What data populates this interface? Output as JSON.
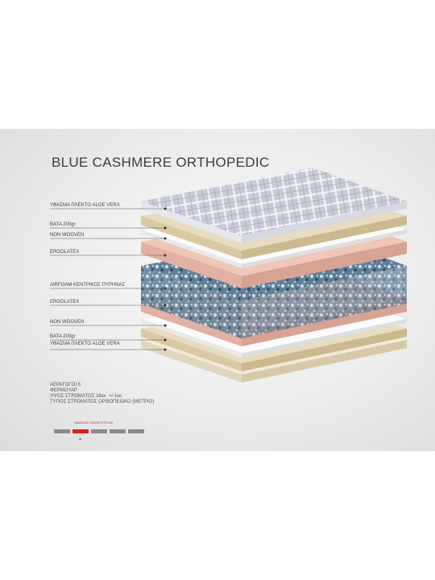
{
  "product": {
    "title": "BLUE CASHMERE ORTHOPEDIC"
  },
  "layers": [
    {
      "label": "ΥΦΑΣΜΑ ΠΛΕΚΤΟ ALOE VERA"
    },
    {
      "label": "ΒΑΤΑ 200gr"
    },
    {
      "label": "NON WOOVEN"
    },
    {
      "label": "ERGOLATEX"
    },
    {
      "label": "AIRFOAM ΚΕΝΤΡΙΚΟΣ ΠΥΡΗΝΑΣ"
    },
    {
      "label": "ERGOLATEX"
    },
    {
      "label": "NON WOOVEN"
    },
    {
      "label": "ΒΑΤΑ 200gr"
    },
    {
      "label": "ΥΦΑΣΜΑ ΠΛΕΚΤΟ ALOE VERA"
    }
  ],
  "specs": [
    "ΑΕΡΑΓΩΓΟΙ 6",
    "ΦΕΡΜΟΥΑΡ",
    "ΥΨΟΣ ΣΤΡΩΜΑΤΟΣ 18εκ. +/-1εκ.",
    "ΤΥΠΟΣ ΣΤΡΩΜΑΤΟΣ ΟΡΘΟΠΕΔΙΚΟ (ΜΕΤΡΙΟ)"
  ],
  "firmness": {
    "title": "ΒΑΘΜΟΣ ΣΚΛΗΡΟΤΗΤΑΣ",
    "segments": 5,
    "level": 2,
    "colors": {
      "active": "#d42020",
      "inactive": "#8a8a8a"
    }
  }
}
